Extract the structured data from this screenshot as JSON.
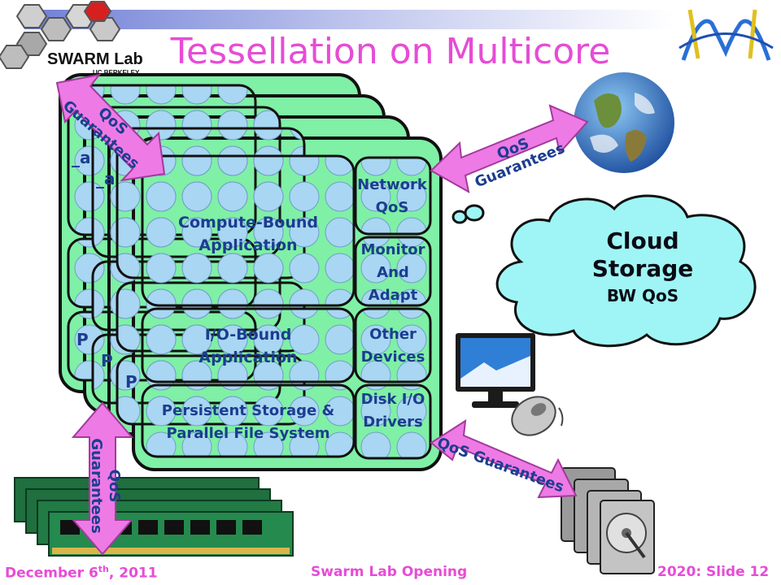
{
  "slide": {
    "title": "Tessellation on Multicore",
    "logo_name": "SWARM Lab",
    "logo_sub": "UC BERKELEY"
  },
  "core_block": {
    "compute_app": "Compute-Bound Application",
    "io_app": "I/O-Bound Application",
    "storage": "Persistent Storage & Parallel File System",
    "network_qos": "Network QoS",
    "monitor": "Monitor And Adapt",
    "other_devices": "Other Devices",
    "disk_drivers": "Disk I/O Drivers",
    "back_partial_1": "P",
    "back_partial_2": "_a"
  },
  "arrows": {
    "top_left": "QoS Guarantees",
    "top_right": "QoS Guarantees",
    "bottom_right": "QoS Guarantees",
    "bottom_left": "QoS Guarantees"
  },
  "cloud": {
    "title": "Cloud Storage",
    "subtitle": "BW QoS"
  },
  "footer": {
    "date_main": "December 6",
    "date_sup": "th",
    "date_tail": ", 2011",
    "center": "Swarm Lab Opening",
    "right": "2020: Slide 12"
  },
  "colors": {
    "accent": "#e64cd6",
    "block": "#7ff0a6",
    "cell": "#a9d6f2",
    "label": "#1c3d8f",
    "arrow": "#ee7ae6"
  }
}
